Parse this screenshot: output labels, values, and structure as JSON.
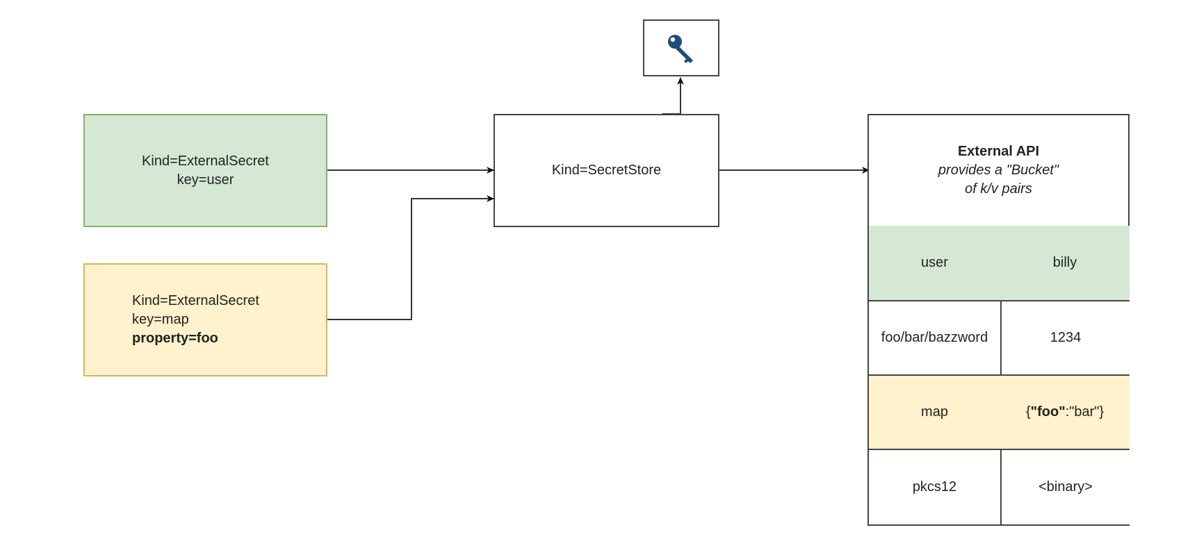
{
  "external_secret_user": {
    "kind": "Kind=ExternalSecret",
    "key": "key=user"
  },
  "external_secret_map": {
    "kind": "Kind=ExternalSecret",
    "key": "key=map",
    "property": "property=foo"
  },
  "secret_store": {
    "kind": "Kind=SecretStore"
  },
  "key_icon": {
    "icon": "key-icon",
    "color": "#1e4e79"
  },
  "external_api": {
    "title": "External API",
    "subtitle_line1": "provides a \"Bucket\"",
    "subtitle_line2": "of k/v pairs",
    "rows": [
      {
        "key": "user",
        "value": "billy"
      },
      {
        "key": "foo/bar/bazzword",
        "value": "1234"
      },
      {
        "key": "map",
        "value_brace_open": "{",
        "value_bold": "\"foo\"",
        "value_rest": ":\"bar\"}"
      },
      {
        "key": "pkcs12",
        "value": "<binary>"
      }
    ]
  },
  "colors": {
    "green_fill": "#d5e8d4",
    "green_border": "#82b366",
    "yellow_fill": "#fff2cc",
    "yellow_border": "#d6b656",
    "line": "#333333"
  }
}
